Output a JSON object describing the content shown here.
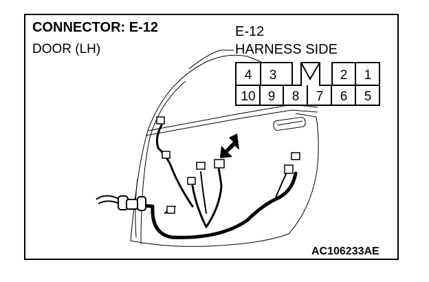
{
  "header": {
    "title": "CONNECTOR: E-12",
    "subtitle": "DOOR (LH)"
  },
  "connector": {
    "id": "E-12",
    "side": "HARNESS SIDE",
    "top_row": [
      "4",
      "3",
      "",
      "2",
      "1"
    ],
    "bottom_row": [
      "10",
      "9",
      "8",
      "7",
      "6",
      "5"
    ]
  },
  "footer": {
    "code": "AC106233AE"
  },
  "colors": {
    "ink": "#000000",
    "background": "#ffffff"
  }
}
